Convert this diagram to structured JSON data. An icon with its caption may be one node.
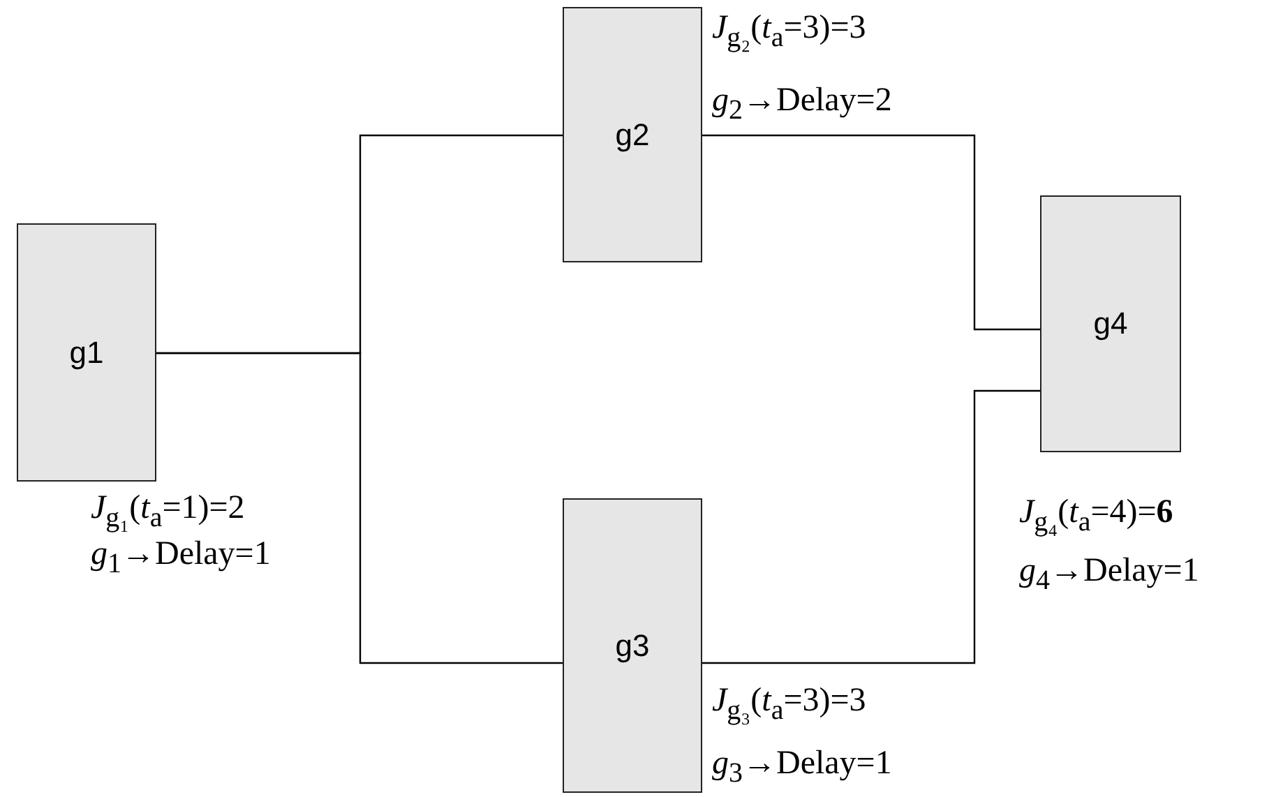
{
  "diagram": {
    "nodes": [
      {
        "text": [
          "g1"
        ],
        "beside": [
          "*J*$_{g₁}$(*t*$_{a}$=1)=2",
          "*g*$_{1}$→Delay=1"
        ]
      },
      {
        "text": [
          "g2"
        ],
        "beside": [
          "*J*$_{g₂}$(*t*$_{a}$=3)=3",
          "*g*$_{2}$→Delay=2"
        ]
      },
      {
        "text": [
          "g3"
        ],
        "beside": [
          "*J*$_{g₃}$(*t*$_{a}$=3)=3",
          "*g*$_{3}$→Delay=1"
        ]
      },
      {
        "text": [
          "g4"
        ],
        "beside": [
          "*J*$_{g₄}$(*t*$_{a}$=4)=**6**",
          "*g*$_{4}$→Delay=1"
        ]
      }
    ],
    "edges": [
      {
        "from": 0,
        "to": 1,
        "arrow": "none"
      },
      {
        "from": 0,
        "to": 2,
        "arrow": "none"
      },
      {
        "from": 1,
        "to": 3,
        "arrow": "none"
      },
      {
        "from": 2,
        "to": 3,
        "arrow": "none"
      }
    ]
  }
}
